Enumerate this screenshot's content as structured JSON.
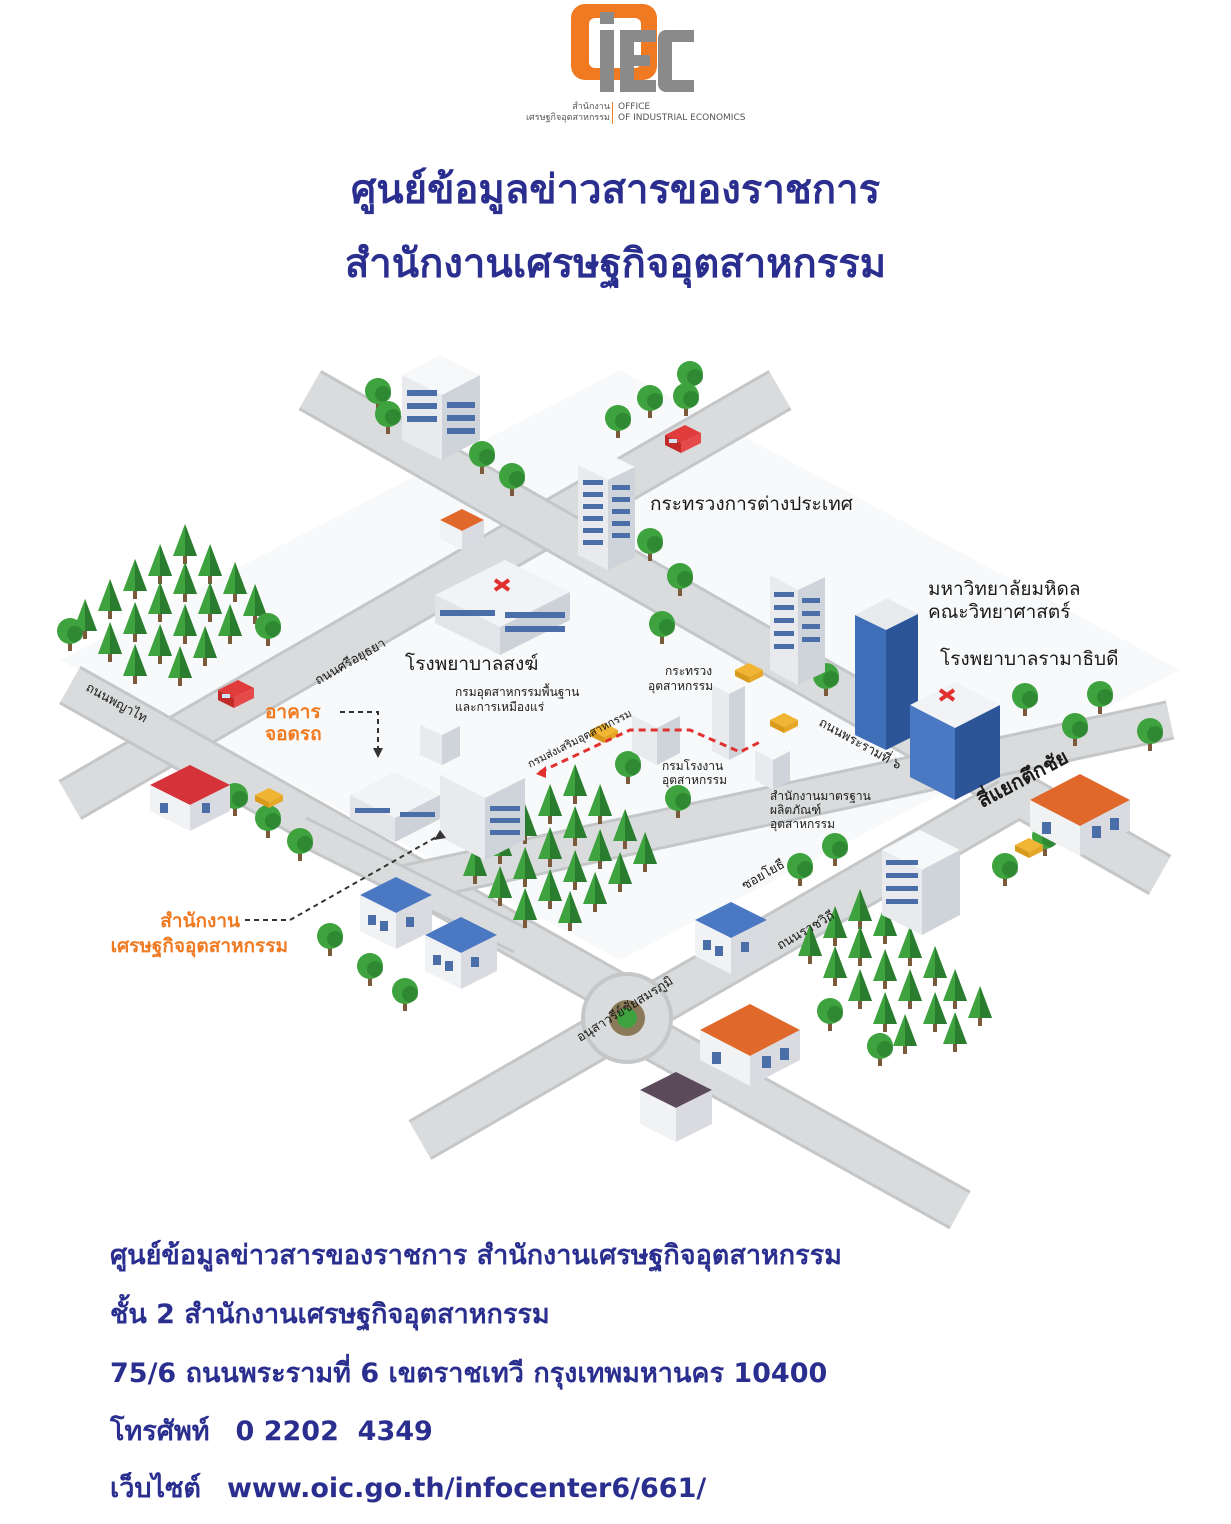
{
  "logo": {
    "th_name": "สำนักงาน\nเศรษฐกิจอุตสาหกรรม",
    "en_name": "OFFICE\nOF INDUSTRIAL ECONOMICS",
    "colors": {
      "orange": "#f07a22",
      "gray": "#8a8a8a"
    }
  },
  "title": {
    "line1": "ศูนย์ข้อมูลข่าวสารของราชการ",
    "line2": "สำนักงานเศรษฐกิจอุตสาหกรรม",
    "color": "#2a2e8e"
  },
  "map": {
    "roads": {
      "sri_ayutthaya": "ถนนศรีอยุธยา",
      "phaya_thai": "ถนนพญาไท",
      "rama6": "ถนนพระรามที่ ๖",
      "soi_yothi": "ซอยโยธี",
      "ratchawithi": "ถนนราชวิถี",
      "victory_monument": "อนุสาวรีย์ชัยสมรภูมิ",
      "tuk_chai_junction": "สี่แยกตึกชัย"
    },
    "places": {
      "foreign_ministry": "กระทรวงการต่างประเทศ",
      "mahidol_line1": "มหาวิทยาลัยมหิดล",
      "mahidol_line2": "คณะวิทยาศาสตร์",
      "ramathibodi": "โรงพยาบาลรามาธิบดี",
      "priest_hospital": "โรงพยาบาลสงฆ์",
      "moi_line1": "กระทรวง",
      "moi_line2": "อุตสาหกรรม",
      "dpim_line1": "กรมอุตสาหกรรมพื้นฐาน",
      "dpim_line2": "และการเหมืองแร่",
      "dip": "กรมส่งเสริมอุตสาหกรรม",
      "diw_line1": "กรมโรงงาน",
      "diw_line2": "อุตสาหกรรม",
      "tisi_line1": "สำนักงานมาตรฐาน",
      "tisi_line2": "ผลิตภัณฑ์",
      "tisi_line3": "อุตสาหกรรม",
      "parking_line1": "อาคาร",
      "parking_line2": "จอดรถ",
      "oie_line1": "สำนักงาน",
      "oie_line2": "เศรษฐกิจอุตสาหกรรม"
    },
    "colors": {
      "road": "#d9dbdc",
      "road_edge": "#c4c6c8",
      "tree": "#3ea33e",
      "tree_dark": "#2a7d2e",
      "highlight_text": "#f07a22",
      "route": "#e0312e",
      "building": "#eef0f3",
      "glass": "#4a78c2"
    }
  },
  "footer": {
    "line1": "ศูนย์ข้อมูลข่าวสารของราชการ สำนักงานเศรษฐกิจอุตสาหกรรม",
    "line2": "ชั้น 2 สำนักงานเศรษฐกิจอุตสาหกรรม",
    "line3": "75/6 ถนนพระรามที่ 6 เขตราชเทวี กรุงเทพมหานคร 10400",
    "phone_label": "โทรศัพท์",
    "phone": "0 2202  4349",
    "web_label": "เว็บไซต์",
    "web": "www.oic.go.th/infocenter6/661/"
  }
}
